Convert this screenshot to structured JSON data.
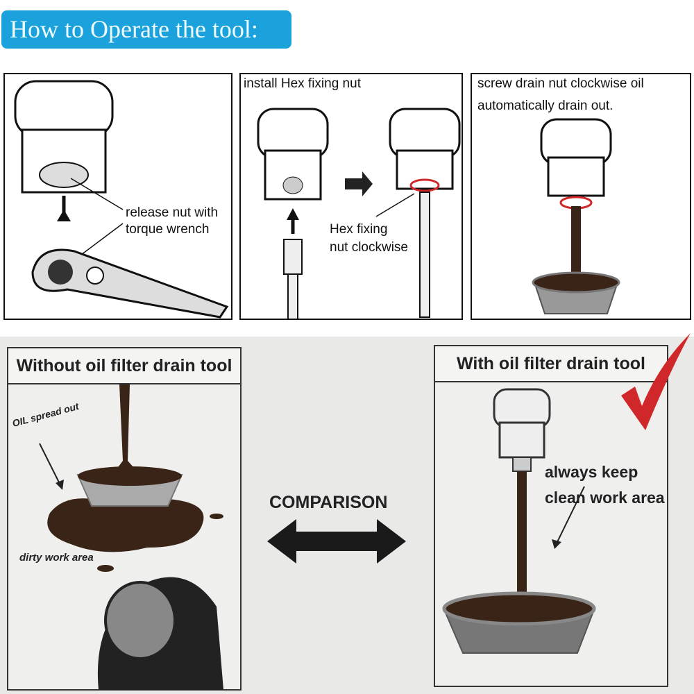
{
  "title": "How to Operate the tool:",
  "steps": [
    {
      "label": "release nut with torque wrench",
      "line1": "release nut with",
      "line2": "torque wrench"
    },
    {
      "caption": "install Hex fixing nut",
      "label_line1": "Hex fixing",
      "label_line2": "nut clockwise"
    },
    {
      "caption_line1": "screw drain nut clockwise oil",
      "caption_line2": "automatically drain out."
    }
  ],
  "comparison": {
    "without": {
      "heading": "Without oil filter drain tool",
      "note1": "OIL spread out",
      "note2": "dirty work area"
    },
    "center": "COMPARISON",
    "with": {
      "heading": "With oil filter drain tool",
      "note_line1": "always keep",
      "note_line2": "clean work area"
    }
  },
  "colors": {
    "title_bg": "#1ba1dc",
    "oil": "#3a2418",
    "check": "#d0282a"
  }
}
